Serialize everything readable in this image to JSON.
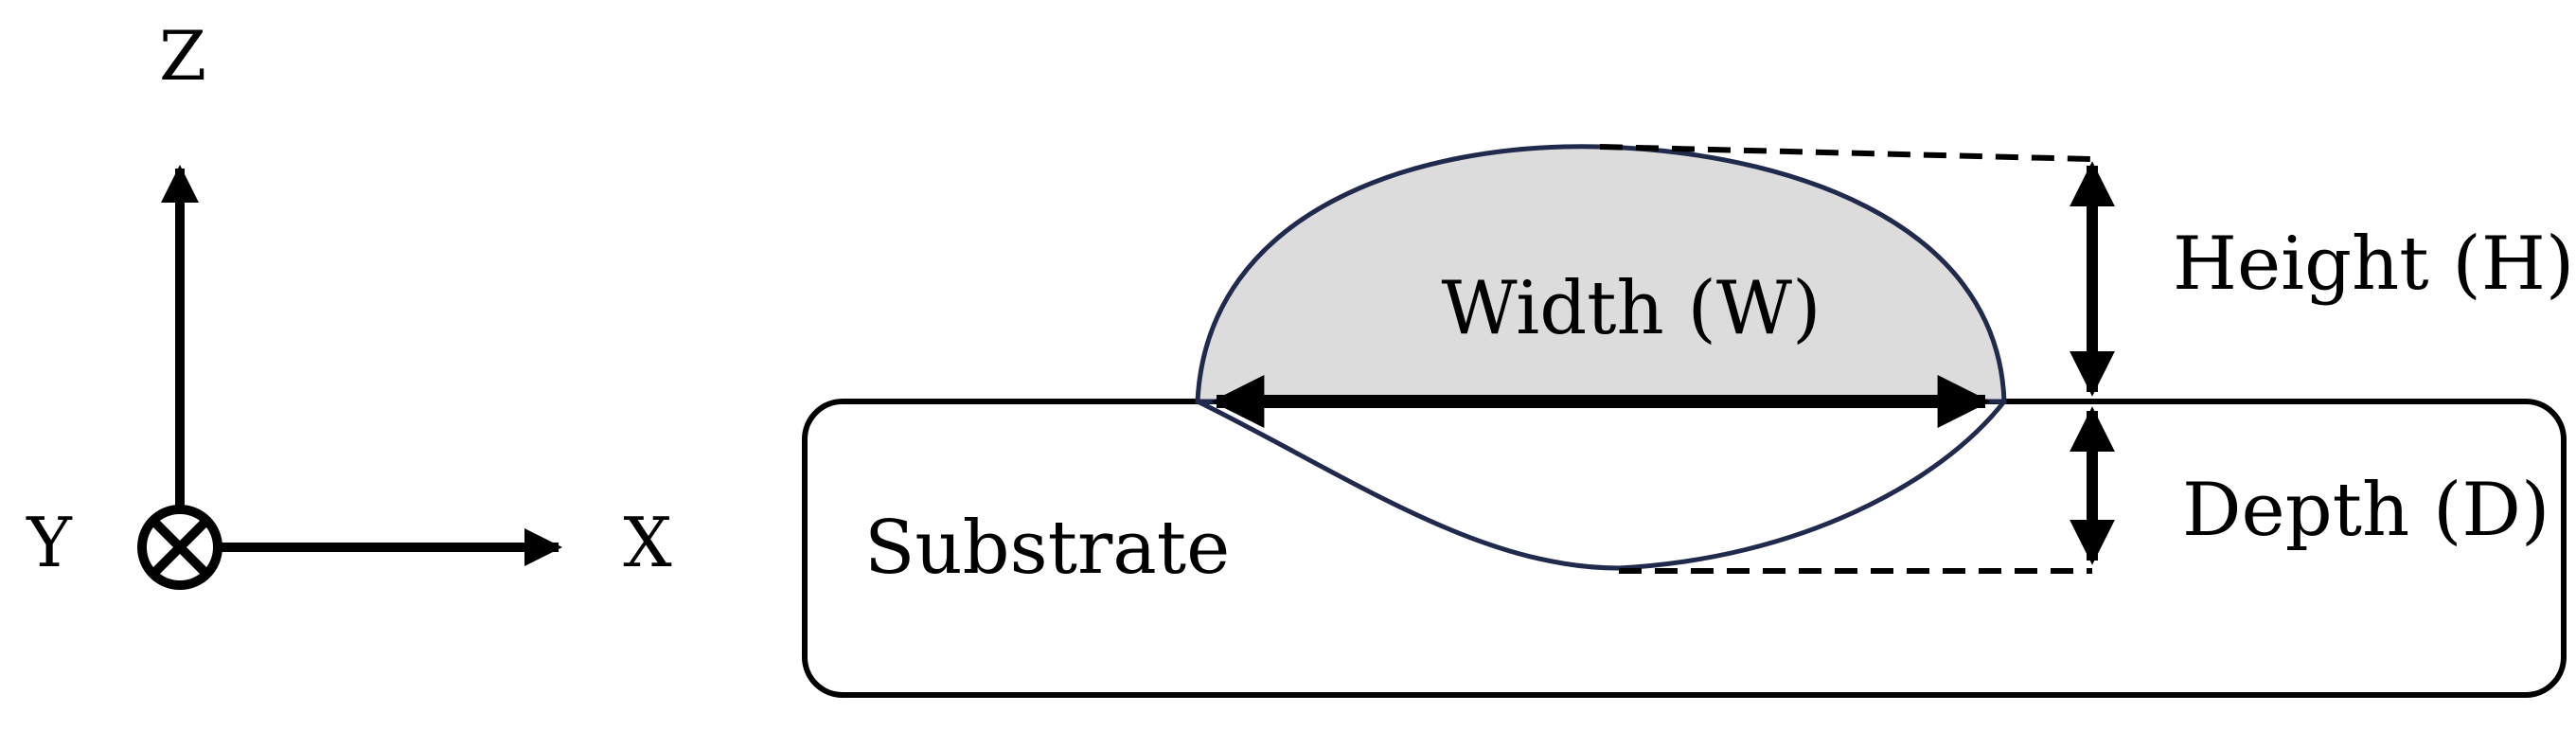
{
  "axes": {
    "z_label": "Z",
    "y_label": "Y",
    "x_label": "X"
  },
  "labels": {
    "width": "Width (W)",
    "height": "Height (H)",
    "depth": "Depth (D)",
    "substrate": "Substrate"
  },
  "colors": {
    "bead_fill": "#dcdcdc",
    "bead_outline": "#1f2a4d",
    "line": "#000000"
  }
}
